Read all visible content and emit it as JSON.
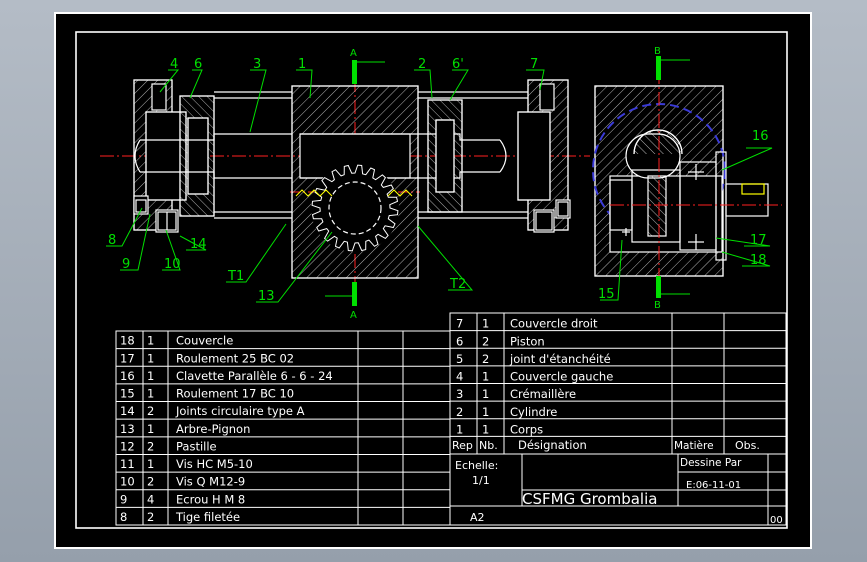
{
  "colors": {
    "sheet": "#000000",
    "line": "#ffffff",
    "leader": "#00e000",
    "axis": "#ff2020",
    "hidden": "#3a3ad8",
    "rack": "#ffff00"
  },
  "section_marks": {
    "a_top": "A",
    "a_bottom": "A",
    "b_top": "B",
    "b_bottom": "B"
  },
  "callouts": [
    {
      "id": "c4",
      "text": "4"
    },
    {
      "id": "c6",
      "text": "6"
    },
    {
      "id": "c3",
      "text": "3"
    },
    {
      "id": "c1",
      "text": "1"
    },
    {
      "id": "c2",
      "text": "2"
    },
    {
      "id": "c6p",
      "text": "6'"
    },
    {
      "id": "c7",
      "text": "7"
    },
    {
      "id": "c8",
      "text": "8"
    },
    {
      "id": "c9",
      "text": "9"
    },
    {
      "id": "c10",
      "text": "10"
    },
    {
      "id": "c14",
      "text": "14"
    },
    {
      "id": "cT1",
      "text": "T1"
    },
    {
      "id": "c13",
      "text": "13"
    },
    {
      "id": "cT2",
      "text": "T2"
    },
    {
      "id": "c16",
      "text": "16"
    },
    {
      "id": "c17",
      "text": "17"
    },
    {
      "id": "c18",
      "text": "18"
    },
    {
      "id": "c15",
      "text": "15"
    }
  ],
  "parts_left": [
    {
      "rep": "18",
      "nb": "1",
      "designation": "Couvercle"
    },
    {
      "rep": "17",
      "nb": "1",
      "designation": "Roulement 25 BC 02"
    },
    {
      "rep": "16",
      "nb": "1",
      "designation": "Clavette Parallèle 6 - 6 - 24"
    },
    {
      "rep": "15",
      "nb": "1",
      "designation": "Roulement 17 BC 10"
    },
    {
      "rep": "14",
      "nb": "2",
      "designation": "Joints circulaire type A"
    },
    {
      "rep": "13",
      "nb": "1",
      "designation": "Arbre-Pignon"
    },
    {
      "rep": "12",
      "nb": "2",
      "designation": "Pastille"
    },
    {
      "rep": "11",
      "nb": "1",
      "designation": "Vis HC M5-10"
    },
    {
      "rep": "10",
      "nb": "2",
      "designation": "Vis Q M12-9"
    },
    {
      "rep": "9",
      "nb": "4",
      "designation": "Ecrou H M 8"
    },
    {
      "rep": "8",
      "nb": "2",
      "designation": "Tige filetée"
    }
  ],
  "parts_right": [
    {
      "rep": "7",
      "nb": "1",
      "designation": "Couvercle droit"
    },
    {
      "rep": "6",
      "nb": "2",
      "designation": "Piston"
    },
    {
      "rep": "5",
      "nb": "2",
      "designation": "joint d'étanchéité"
    },
    {
      "rep": "4",
      "nb": "1",
      "designation": "Couvercle gauche"
    },
    {
      "rep": "3",
      "nb": "1",
      "designation": "Crémaillère"
    },
    {
      "rep": "2",
      "nb": "1",
      "designation": "Cylindre"
    },
    {
      "rep": "1",
      "nb": "1",
      "designation": "Corps"
    }
  ],
  "title_block": {
    "rep_header": "Rep",
    "nb_header": "Nb.",
    "designation_header": "Désignation",
    "matiere_header": "Matière",
    "obs_header": "Obs.",
    "echelle_label": "Echelle:",
    "echelle_value": "1/1",
    "dessine_par": "Dessine Par",
    "drawing_number": "E:06-11-01",
    "school": "CSFMG Grombalia",
    "format": "A2",
    "sheet_no": "00"
  }
}
